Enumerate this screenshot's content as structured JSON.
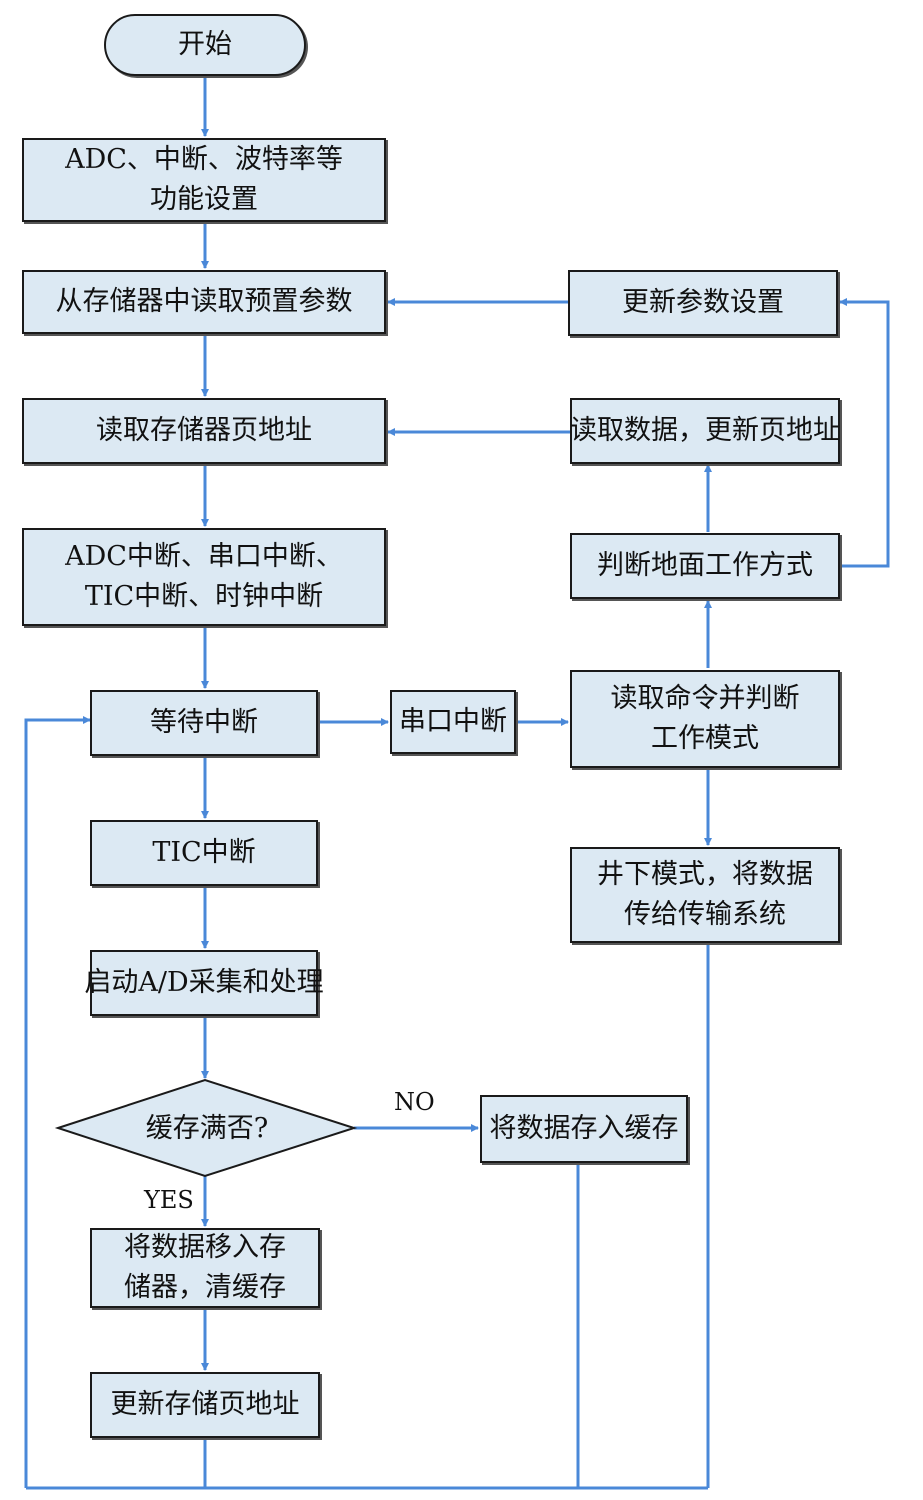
{
  "nodes": {
    "start": "开始",
    "setup": [
      "ADC、中断、波特率等",
      "功能设置"
    ],
    "read_preset": "从存储器中读取预置参数",
    "read_page": "读取存储器页地址",
    "interrupts": [
      "ADC中断、串口中断、",
      "TIC中断、时钟中断"
    ],
    "wait": "等待中断",
    "tic": "TIC中断",
    "adc_start": "启动A/D采集和处理",
    "buffer_full": "缓存满否?",
    "move_data": [
      "将数据移入存",
      "储器，清缓存"
    ],
    "update_page_store": "更新存储页地址",
    "store_buffer": "将数据存入缓存",
    "serial": "串口中断",
    "read_cmd": [
      "读取命令并判断",
      "工作模式"
    ],
    "downhole": [
      "井下模式，将数据",
      "传给传输系统"
    ],
    "ground_mode": "判断地面工作方式",
    "read_data_update": "读取数据，更新页地址",
    "update_params": "更新参数设置"
  },
  "edge_labels": {
    "no": "NO",
    "yes": "YES"
  },
  "colors": {
    "node_fill": "#dce9f3",
    "border": "#1a1a1a",
    "arrow": "#4a88d8"
  }
}
